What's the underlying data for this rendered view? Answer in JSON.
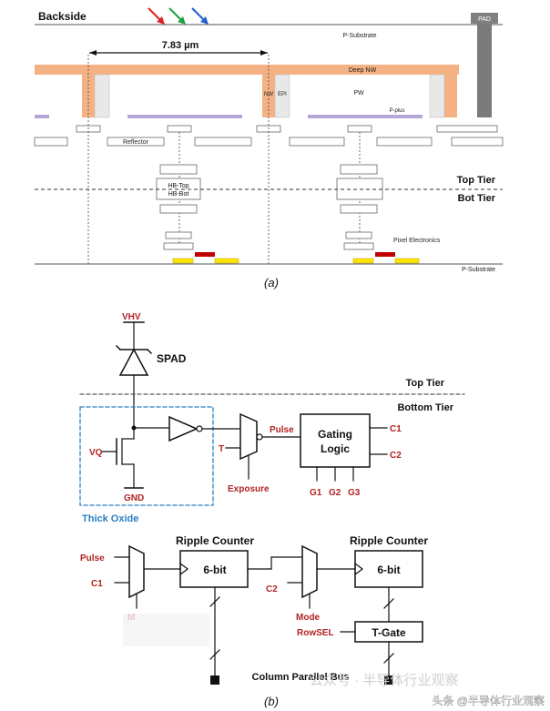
{
  "part_a": {
    "backside": "Backside",
    "pad": "PAD",
    "p_substrate_top": "P-Substrate",
    "dimension": "7.83 µm",
    "deep_nw": "Deep NW",
    "nw": "NW",
    "epi": "EPI",
    "pw": "PW",
    "p_plus": "P-plus",
    "reflector": "Reflector",
    "top_tier": "Top Tier",
    "bot_tier": "Bot Tier",
    "hb_top": "HB-Top",
    "hb_bot": "HB-Bot",
    "pixel_electronics": "Pixel Electronics",
    "p_substrate_bottom": "P-Substrate",
    "caption": "(a)",
    "colors": {
      "deep_nw": "#f4b183",
      "pad": "#808080",
      "reflector": "#b4a7d6",
      "yellow": "#ffe600",
      "red": "#c00000"
    }
  },
  "part_b": {
    "vhv": "VHV",
    "spad": "SPAD",
    "top_tier": "Top Tier",
    "bottom_tier": "Bottom Tier",
    "vq": "VQ",
    "gnd": "GND",
    "thick_oxide": "Thick Oxide",
    "t": "T",
    "exposure": "Exposure",
    "pulse": "Pulse",
    "gating_logic_1": "Gating",
    "gating_logic_2": "Logic",
    "c1": "C1",
    "c2": "C2",
    "g1": "G1",
    "g2": "G2",
    "g3": "G3",
    "ripple_counter_1": "Ripple Counter",
    "ripple_counter_2": "Ripple Counter",
    "six_bit_1": "6-bit",
    "six_bit_2": "6-bit",
    "pulse_2": "Pulse",
    "c1_2": "C1",
    "c2_2": "C2",
    "mode_1": "M",
    "mode_2": "Mode",
    "rowsel": "RowSEL",
    "tgate": "T-Gate",
    "column_bus": "Column Parallel Bus",
    "caption": "(b)",
    "watermark_1": "公众号 · 半导体行业观察",
    "watermark_2": "头条 @半导体行业观察"
  }
}
